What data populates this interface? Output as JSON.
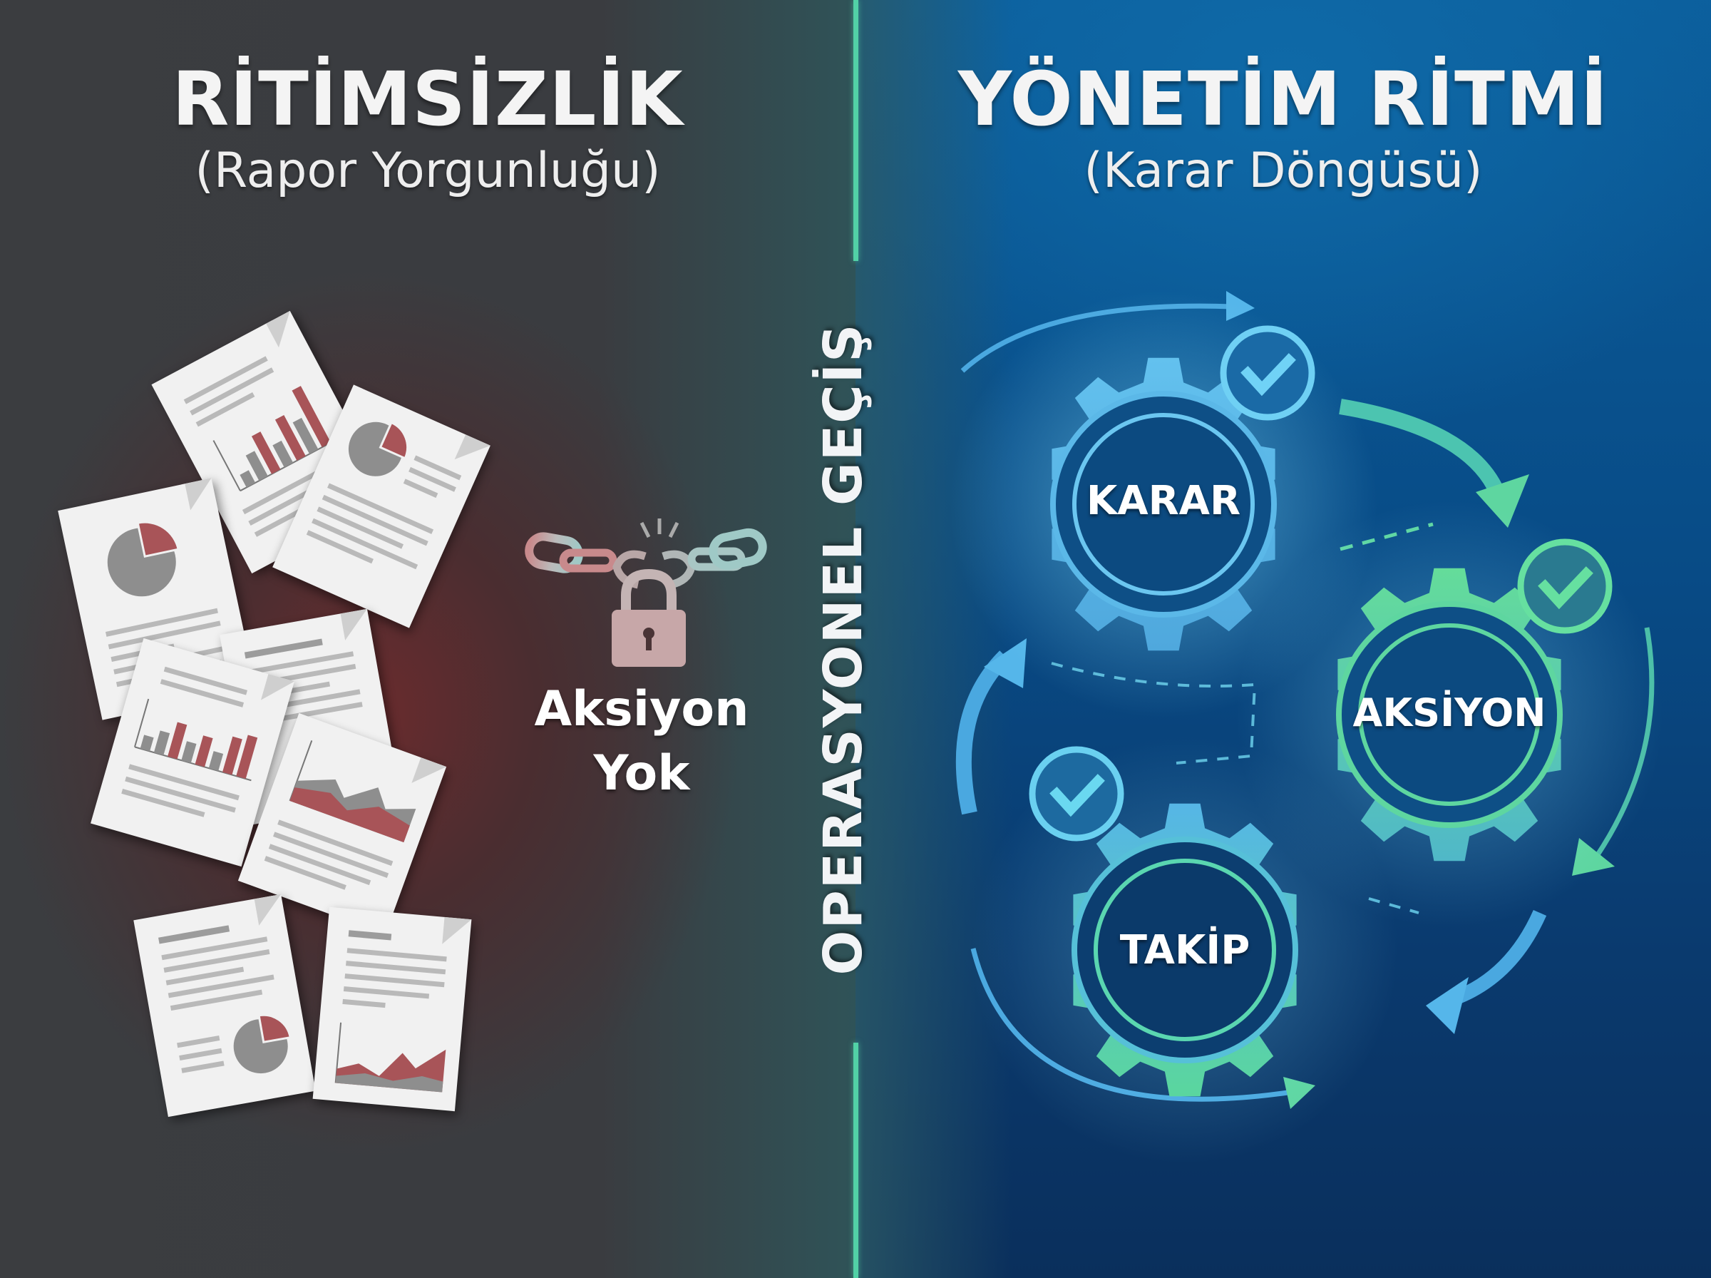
{
  "left_panel": {
    "title": "RİTİMSİZLİK",
    "subtitle": "(Rapor Yorgunluğu)",
    "status_label_line1": "Aksiyon",
    "status_label_line2": "Yok",
    "icons": [
      "scattered-report-documents",
      "broken-chain-icon",
      "padlock-icon"
    ],
    "colors": {
      "background": "#3b3d40",
      "accent_red": "#a85458",
      "paper": "#f1f1f1"
    }
  },
  "divider": {
    "label": "OPERASYONEL GEÇİŞ",
    "color": "#52d1a6"
  },
  "right_panel": {
    "title": "YÖNETİM RİTMİ",
    "subtitle": "(Karar Döngüsü)",
    "cycle": [
      {
        "label": "KARAR",
        "color": "#5bb8e8",
        "status": "check"
      },
      {
        "label": "AKSİYON",
        "color": "#5ed6a0",
        "status": "check"
      },
      {
        "label": "TAKİP",
        "color": "#56c7d0",
        "status": "check"
      }
    ],
    "colors": {
      "background": "#084b86",
      "gear_blue": "#5bb8e8",
      "gear_green": "#5ed6a0"
    }
  }
}
